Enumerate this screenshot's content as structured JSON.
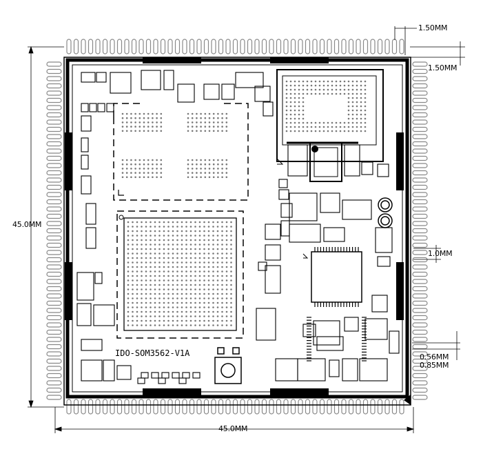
{
  "board": {
    "silkscreen_label": "IDO-SOM3562-V1A"
  },
  "dimensions": {
    "width": "45.0MM",
    "height": "45.0MM",
    "pad_pitch": "1.50MM",
    "pad_length": "1.50MM",
    "pad_spacing": "1.0MM",
    "pad_width": "0.56MM",
    "pad_offset": "0.85MM"
  }
}
